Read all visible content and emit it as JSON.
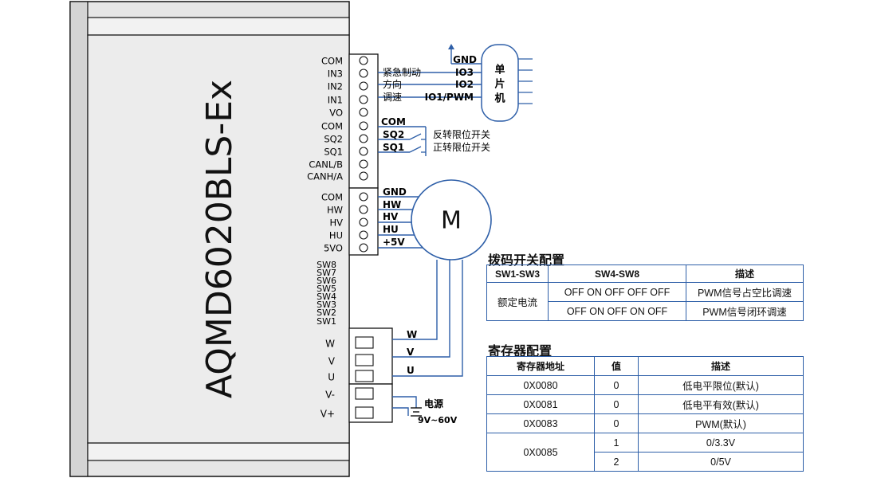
{
  "device": {
    "model": "AQMD6020BLS-Ex",
    "control_terminals": [
      "COM",
      "IN3",
      "IN2",
      "IN1",
      "VO",
      "COM",
      "SQ2",
      "SQ1",
      "CANL/B",
      "CANH/A"
    ],
    "hall_terminals": [
      "COM",
      "HW",
      "HV",
      "HU",
      "5VO"
    ],
    "dip_switches": [
      "SW8",
      "SW7",
      "SW6",
      "SW5",
      "SW4",
      "SW3",
      "SW2",
      "SW1"
    ],
    "motor_terminals": [
      "W",
      "V",
      "U"
    ],
    "power_terminals": [
      "V-",
      "V+"
    ]
  },
  "mcu": {
    "label_lines": [
      "单",
      "片",
      "机"
    ],
    "pins": [
      "GND",
      "IO3",
      "IO2",
      "IO1/PWM"
    ],
    "functions": [
      "紧急制动",
      "方向",
      "调速"
    ]
  },
  "limit_switches": {
    "com": "COM",
    "items": [
      {
        "pin": "SQ2",
        "label": "反转限位开关"
      },
      {
        "pin": "SQ1",
        "label": "正转限位开关"
      }
    ]
  },
  "motor": {
    "symbol": "M",
    "hall_wires": [
      "GND",
      "HW",
      "HV",
      "HU",
      "+5V"
    ],
    "phase_wires": [
      "W",
      "V",
      "U"
    ]
  },
  "power_supply": {
    "label": "电源",
    "range": "9V~60V"
  },
  "dip_config": {
    "title": "拨码开关配置",
    "headers": [
      "SW1-SW3",
      "SW4-SW8",
      "描述"
    ],
    "group_label": "额定电流",
    "rows": [
      {
        "switches": "OFF ON OFF OFF OFF",
        "desc": "PWM信号占空比调速"
      },
      {
        "switches": "OFF ON OFF ON OFF",
        "desc": "PWM信号闭环调速"
      }
    ]
  },
  "register_config": {
    "title": "寄存器配置",
    "headers": [
      "寄存器地址",
      "值",
      "描述"
    ],
    "rows": [
      {
        "address": "0X0080",
        "value": "0",
        "desc": "低电平限位(默认)"
      },
      {
        "address": "0X0081",
        "value": "0",
        "desc": "低电平有效(默认)"
      },
      {
        "address": "0X0083",
        "value": "0",
        "desc": "PWM(默认)"
      },
      {
        "address": "0X0085",
        "options": [
          {
            "value": "1",
            "desc": "0/3.3V"
          },
          {
            "value": "2",
            "desc": "0/5V"
          }
        ]
      }
    ]
  },
  "colors": {
    "wire": "#2e5fa8",
    "device_body": "#ececec",
    "text": "#111111"
  }
}
